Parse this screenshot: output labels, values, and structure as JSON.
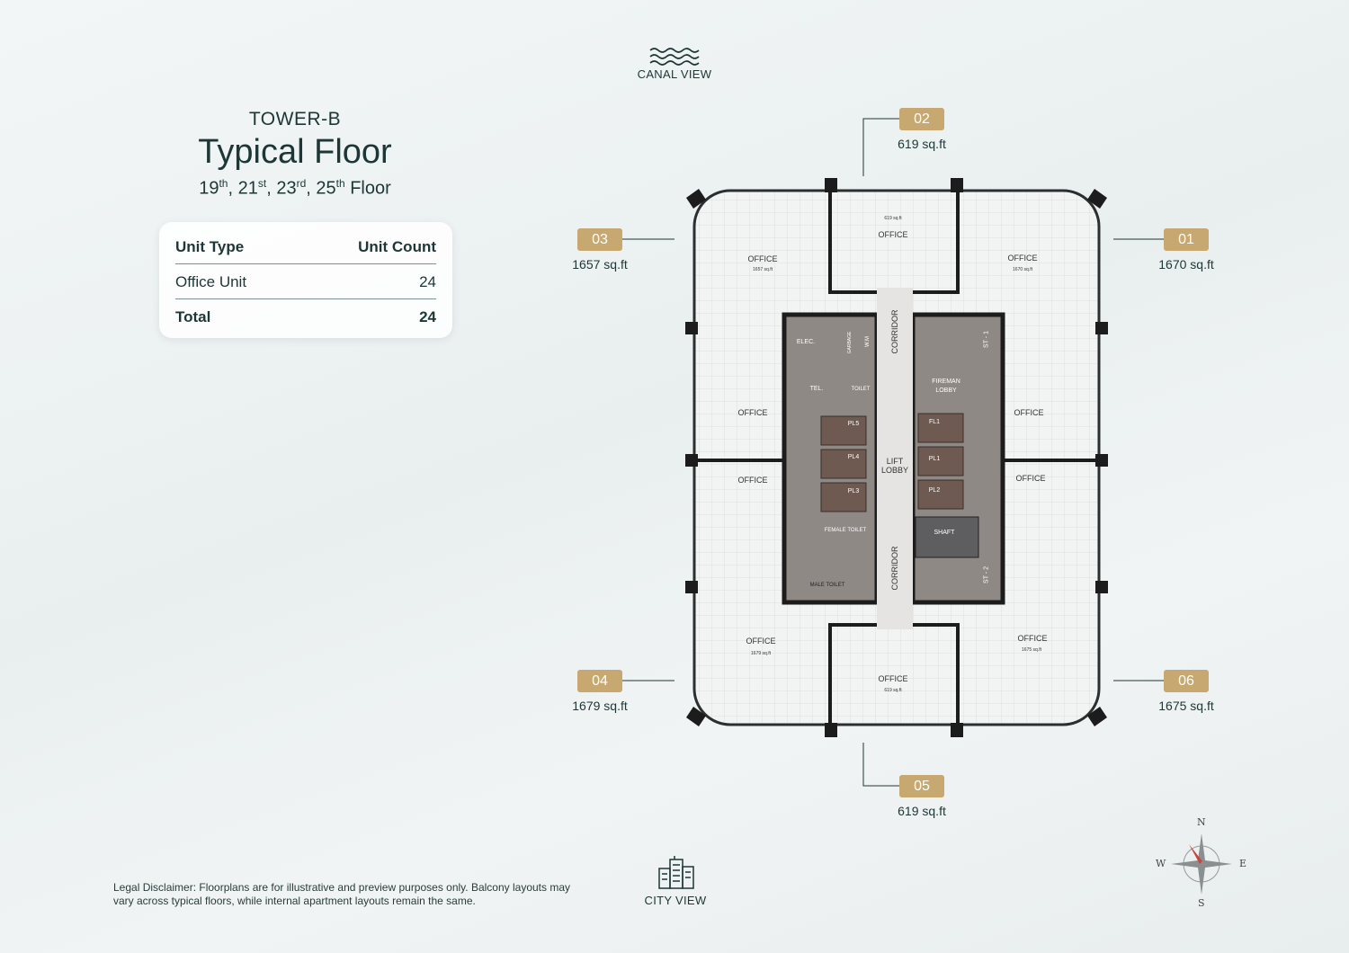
{
  "header": {
    "tower": "TOWER-B",
    "title": "Typical Floor",
    "floors": [
      {
        "n": "19",
        "s": "th"
      },
      {
        "n": "21",
        "s": "st"
      },
      {
        "n": "23",
        "s": "rd"
      },
      {
        "n": "25",
        "s": "th"
      }
    ],
    "floor_word": "Floor"
  },
  "table": {
    "col1": "Unit Type",
    "col2": "Unit Count",
    "rows": [
      {
        "type": "Office Unit",
        "count": "24"
      }
    ],
    "total_label": "Total",
    "total": "24"
  },
  "views": {
    "top": "CANAL VIEW",
    "bottom": "CITY VIEW"
  },
  "units": [
    {
      "id": "01",
      "area": "1670 sq.ft"
    },
    {
      "id": "02",
      "area": "619 sq.ft"
    },
    {
      "id": "03",
      "area": "1657 sq.ft"
    },
    {
      "id": "04",
      "area": "1679 sq.ft"
    },
    {
      "id": "05",
      "area": "619 sq.ft"
    },
    {
      "id": "06",
      "area": "1675 sq.ft"
    }
  ],
  "plan": {
    "office": "OFFICE",
    "corridor": "CORRIDOR",
    "lift_lobby": "LIFT LOBBY",
    "elec": "ELEC.",
    "garbage": "GARBAGE",
    "wm": "W.M",
    "tel": "TEL.",
    "toilet": "TOILET",
    "fireman_lobby": "FIREMAN LOBBY",
    "st1": "ST - 1",
    "st2": "ST - 2",
    "shaft": "SHAFT",
    "female_toilet": "FEMALE TOILET",
    "male_toilet": "MALE TOILET",
    "lifts": [
      "PL5",
      "PL4",
      "PL3",
      "FL1",
      "PL1",
      "PL2"
    ],
    "small_areas": {
      "u02": "619 sq.ft",
      "u03": "1657 sq.ft",
      "u01": "1670 sq.ft",
      "u04": "1679 sq.ft",
      "u06": "1675 sq.ft",
      "u05": "619 sq.ft"
    }
  },
  "compass": {
    "n": "N",
    "s": "S",
    "e": "E",
    "w": "W"
  },
  "disclaimer": "Legal Disclaimer: Floorplans are for illustrative and preview purposes only. Balcony layouts may vary across typical floors, while internal apartment layouts remain the same.",
  "colors": {
    "accent": "#c6a870",
    "text": "#1d3636"
  }
}
